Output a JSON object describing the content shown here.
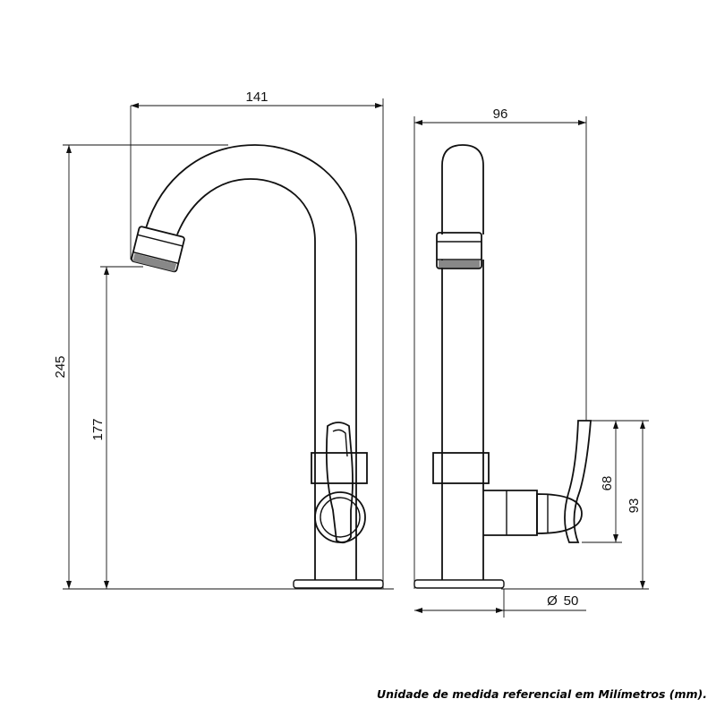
{
  "dimensions": {
    "front_width": "141",
    "side_width": "96",
    "total_height": "245",
    "spout_height": "177",
    "handle_height_small": "68",
    "handle_height_large": "93",
    "base_diameter": "50",
    "diameter_symbol": "Ø"
  },
  "footnote": "Unidade de medida referencial em Milímetros (mm)."
}
